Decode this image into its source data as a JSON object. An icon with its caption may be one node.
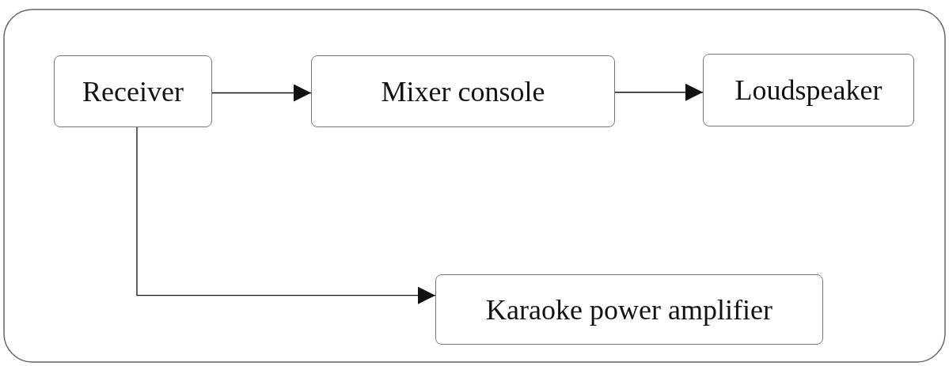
{
  "diagram": {
    "nodes": [
      {
        "text": [
          "Receiver"
        ]
      },
      {
        "text": [
          "Mixer console"
        ]
      },
      {
        "text": [
          "Loudspeaker"
        ]
      },
      {
        "text": [
          "Karaoke power amplifier"
        ]
      }
    ],
    "edges": [
      {
        "from": 0,
        "to": 1,
        "arrow": "to"
      },
      {
        "from": 1,
        "to": 2,
        "arrow": "to"
      },
      {
        "from": 0,
        "to": 3,
        "arrow": "to"
      }
    ]
  }
}
